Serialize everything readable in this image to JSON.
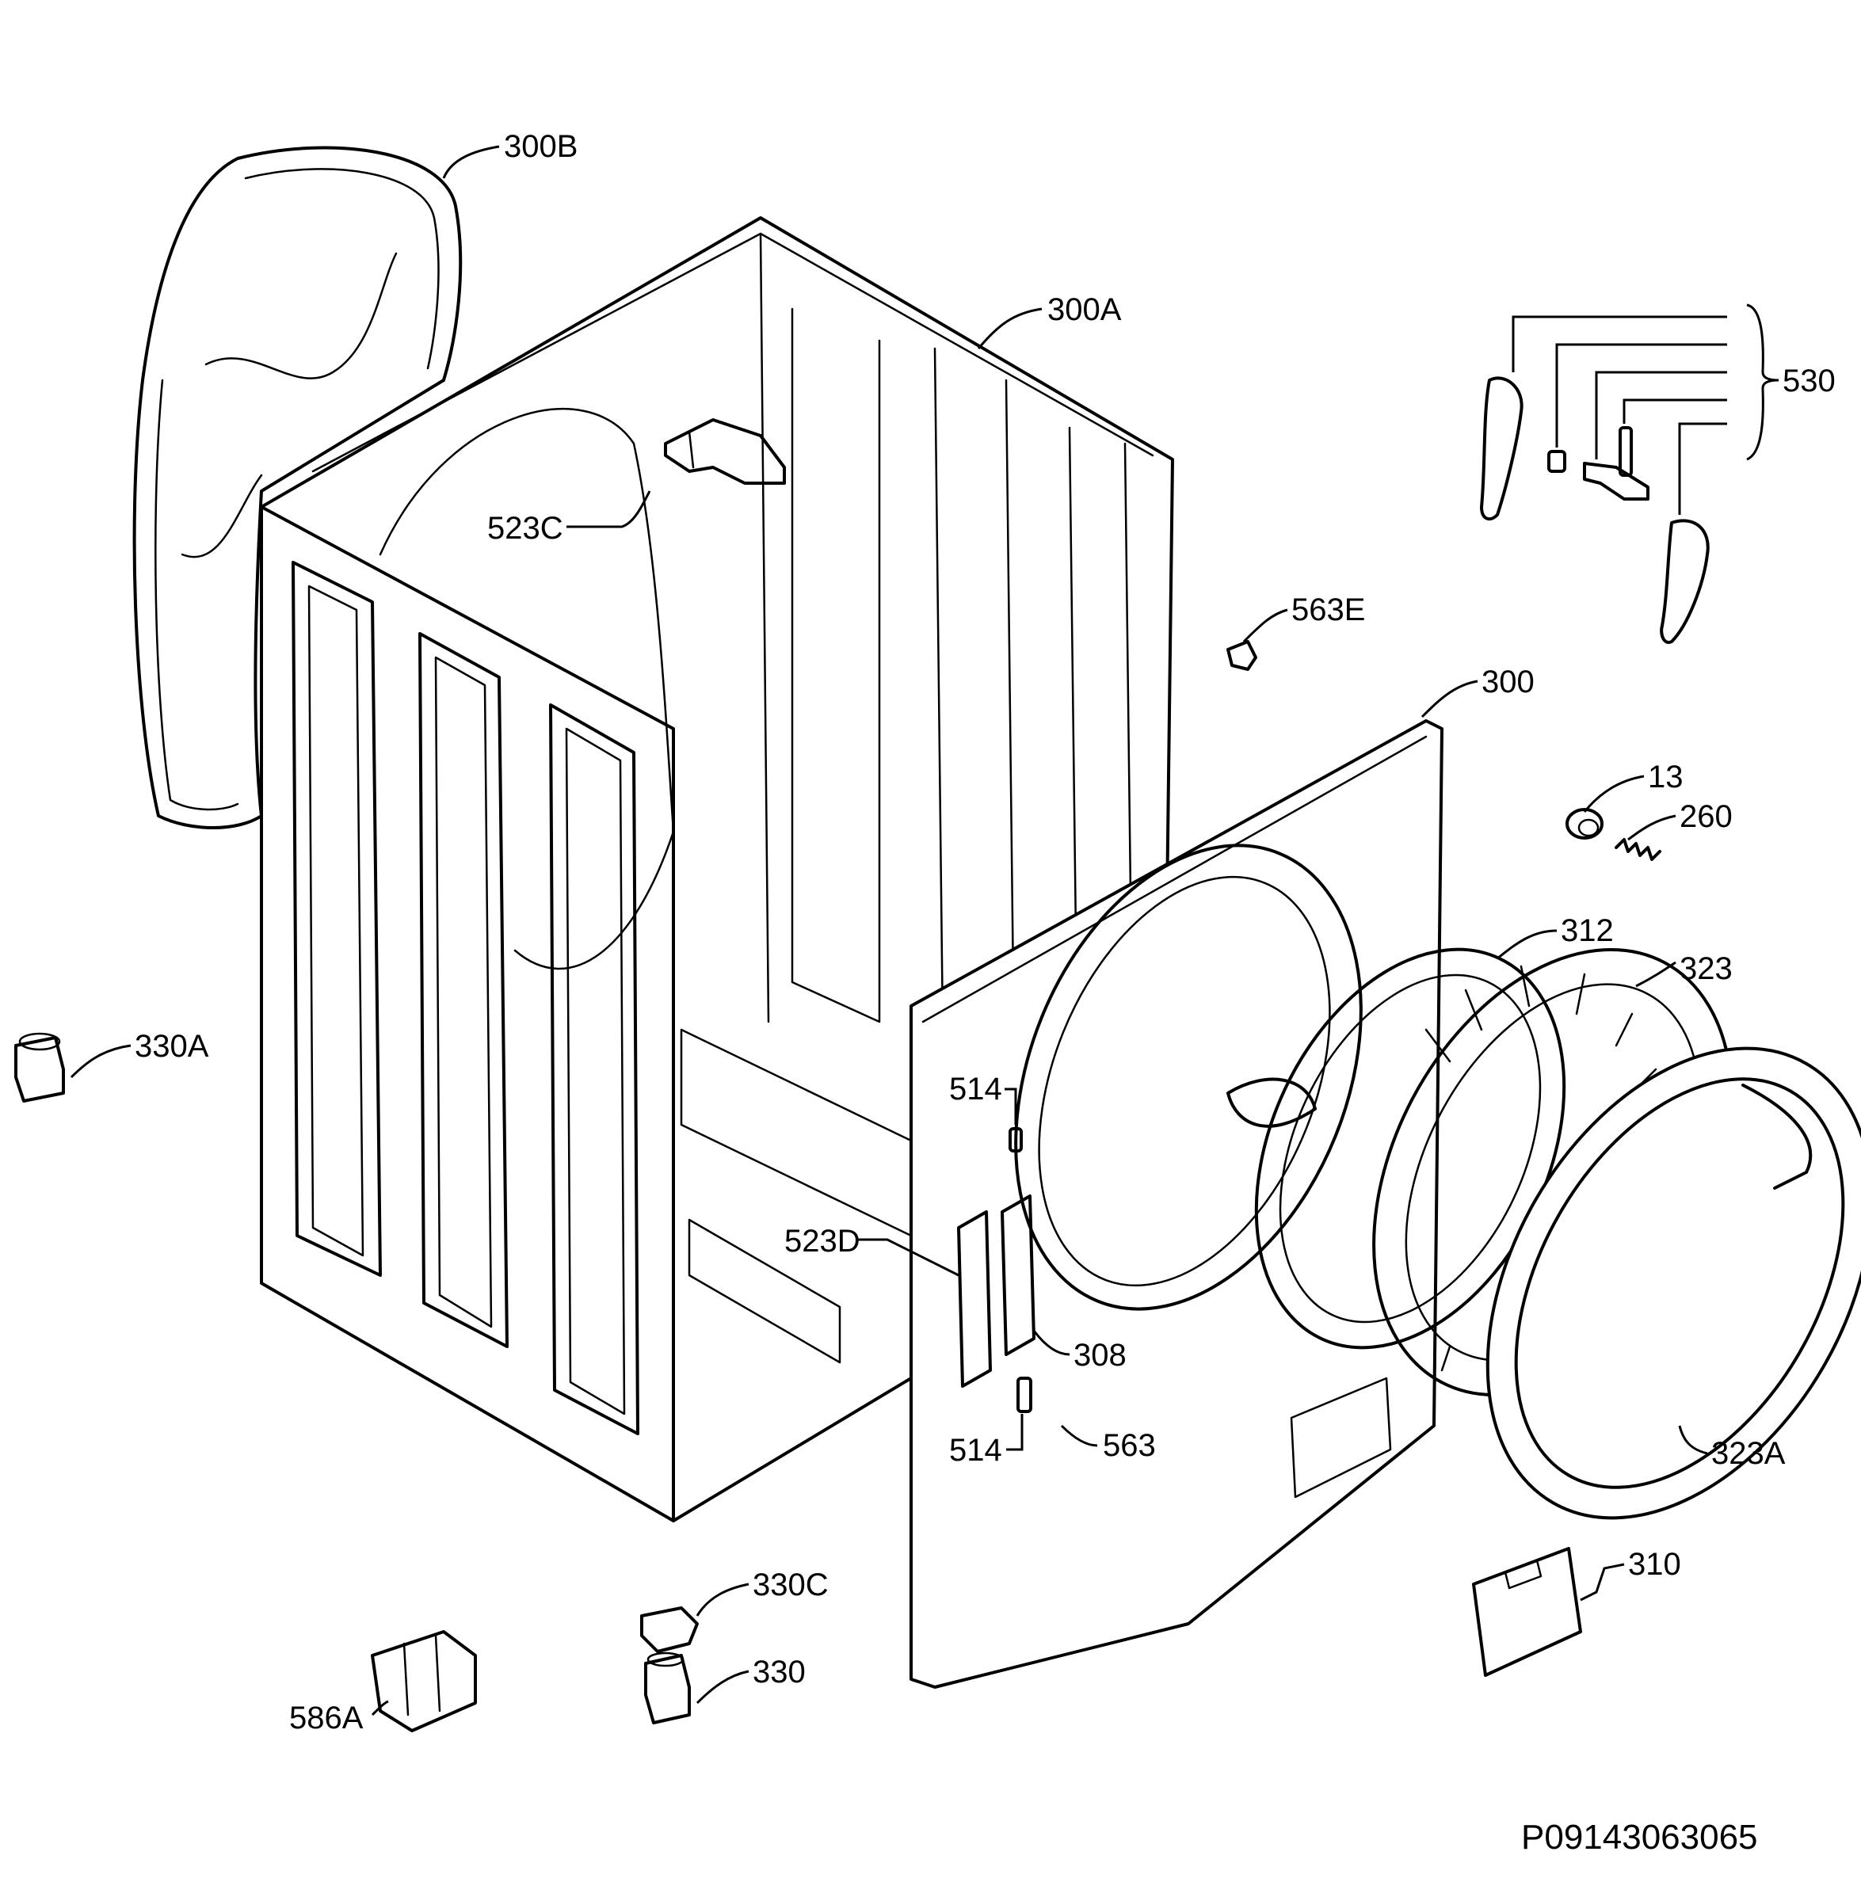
{
  "labels": {
    "l300B": "300B",
    "l300A": "300A",
    "l523C": "523C",
    "l530": "530",
    "l563E": "563E",
    "l300": "300",
    "l13": "13",
    "l260": "260",
    "l312": "312",
    "l323": "323",
    "l330A": "330A",
    "l514a": "514",
    "l523D": "523D",
    "l308": "308",
    "l514b": "514",
    "l563": "563",
    "l323A": "323A",
    "l310": "310",
    "l330C": "330C",
    "l330": "330",
    "l586A": "586A"
  },
  "drawing_code": "P09143063065"
}
